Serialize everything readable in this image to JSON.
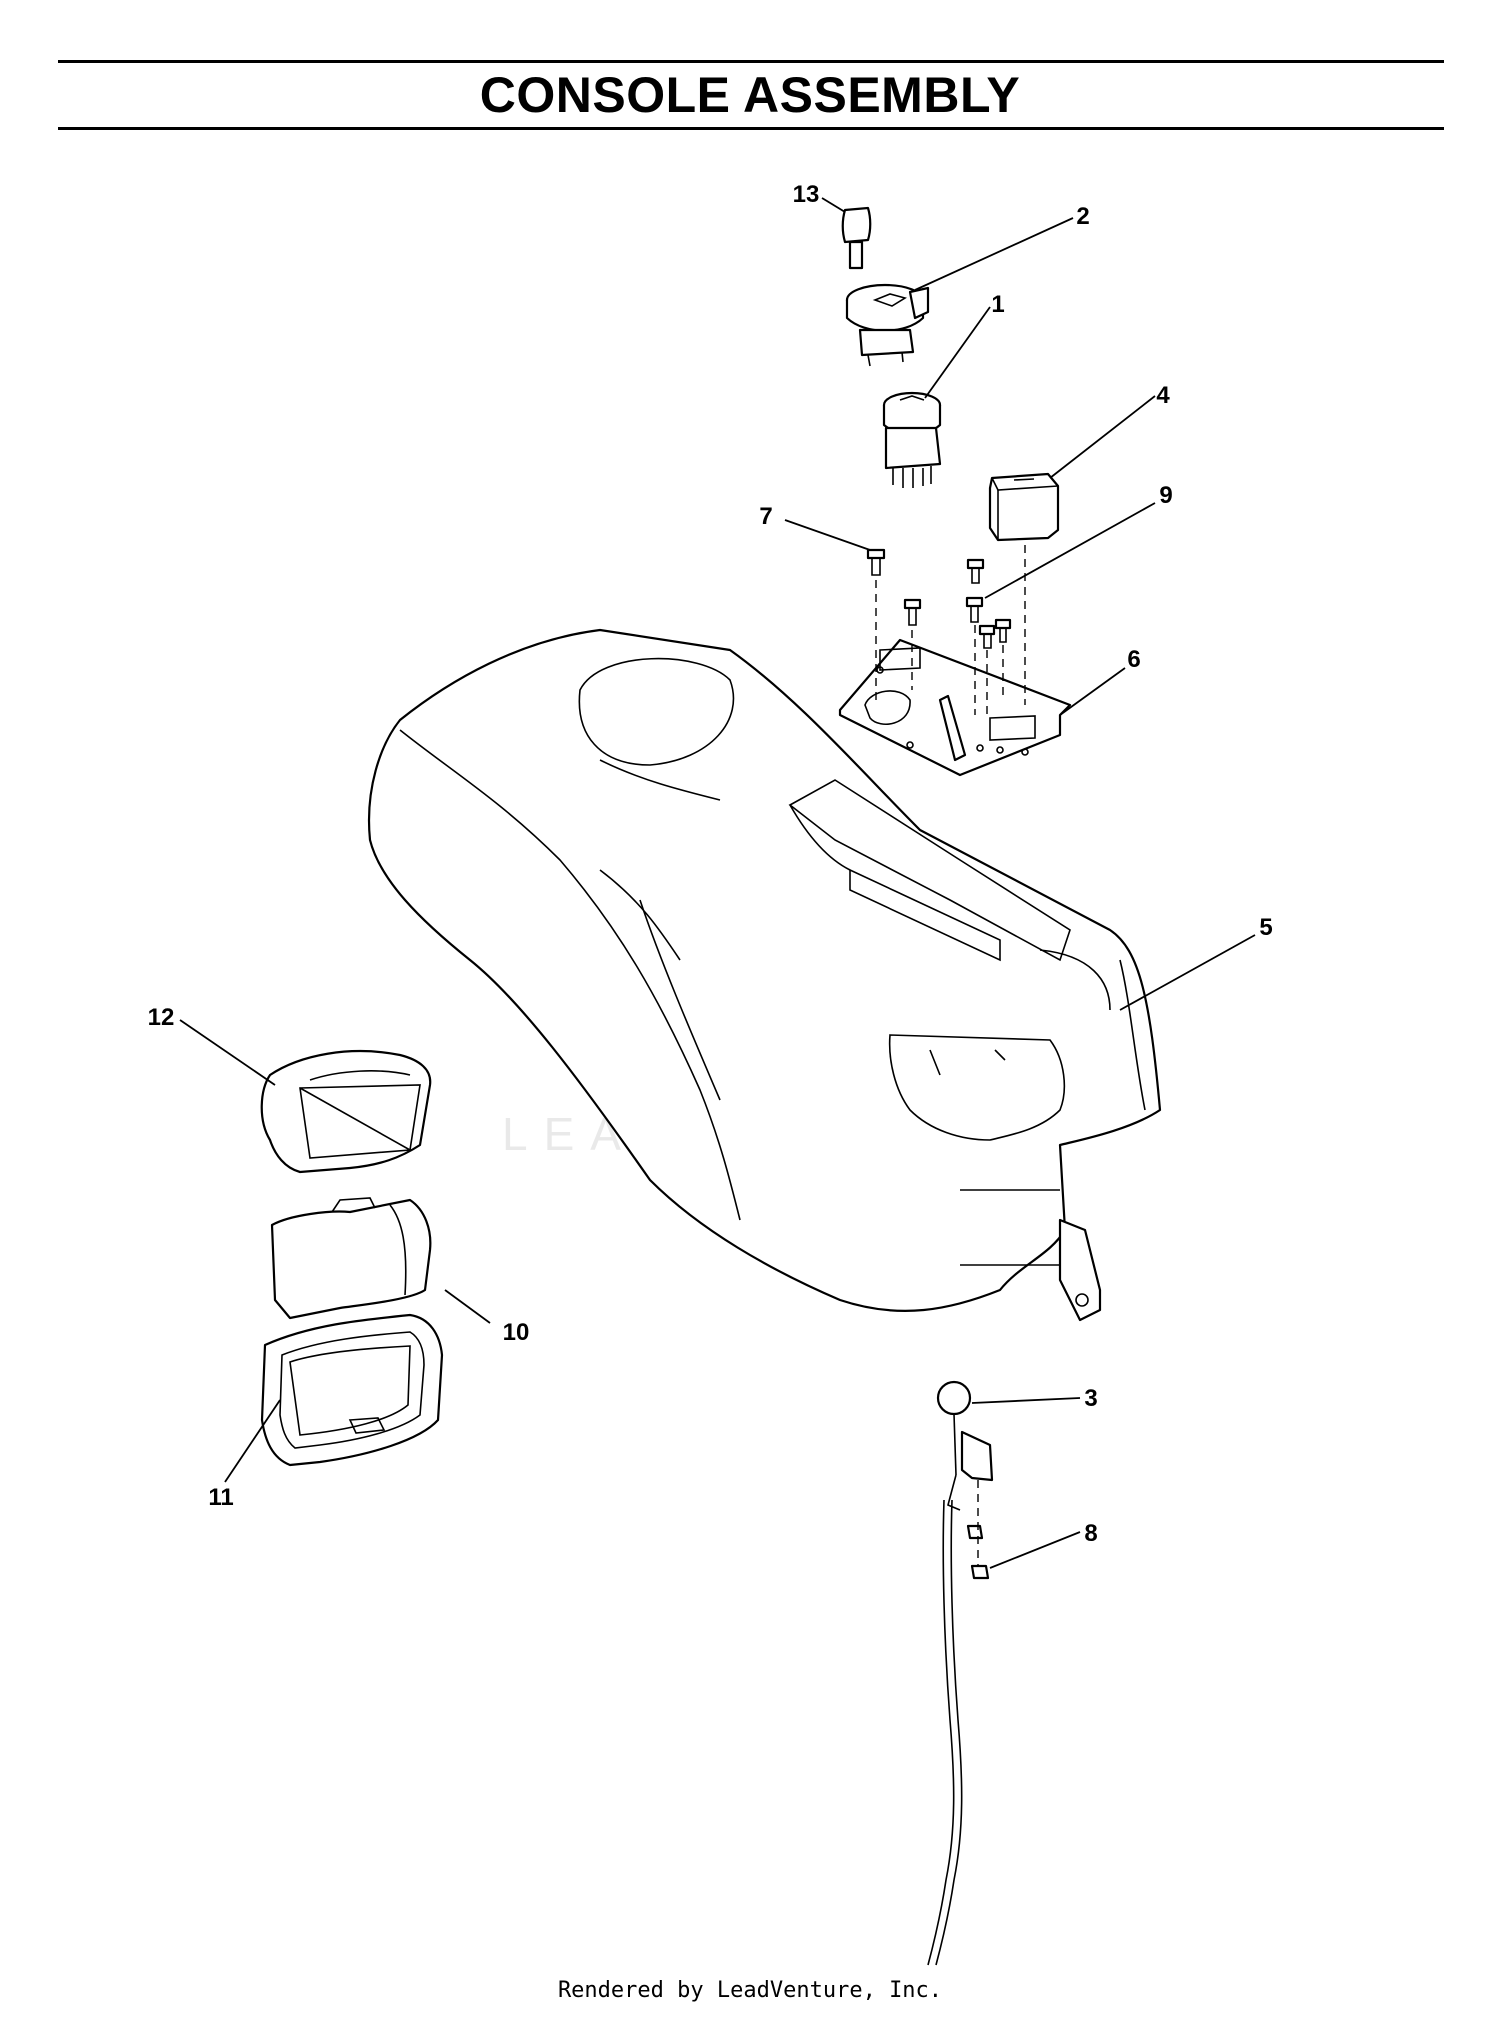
{
  "title": "CONSOLE ASSEMBLY",
  "footer": "Rendered by LeadVenture, Inc.",
  "watermark": "LEADVENTURE",
  "callouts": [
    "1",
    "2",
    "3",
    "4",
    "5",
    "6",
    "7",
    "8",
    "9",
    "10",
    "11",
    "12",
    "13"
  ],
  "colors": {
    "line": "#000000",
    "background": "#ffffff",
    "watermark": "#e9e9e9"
  }
}
